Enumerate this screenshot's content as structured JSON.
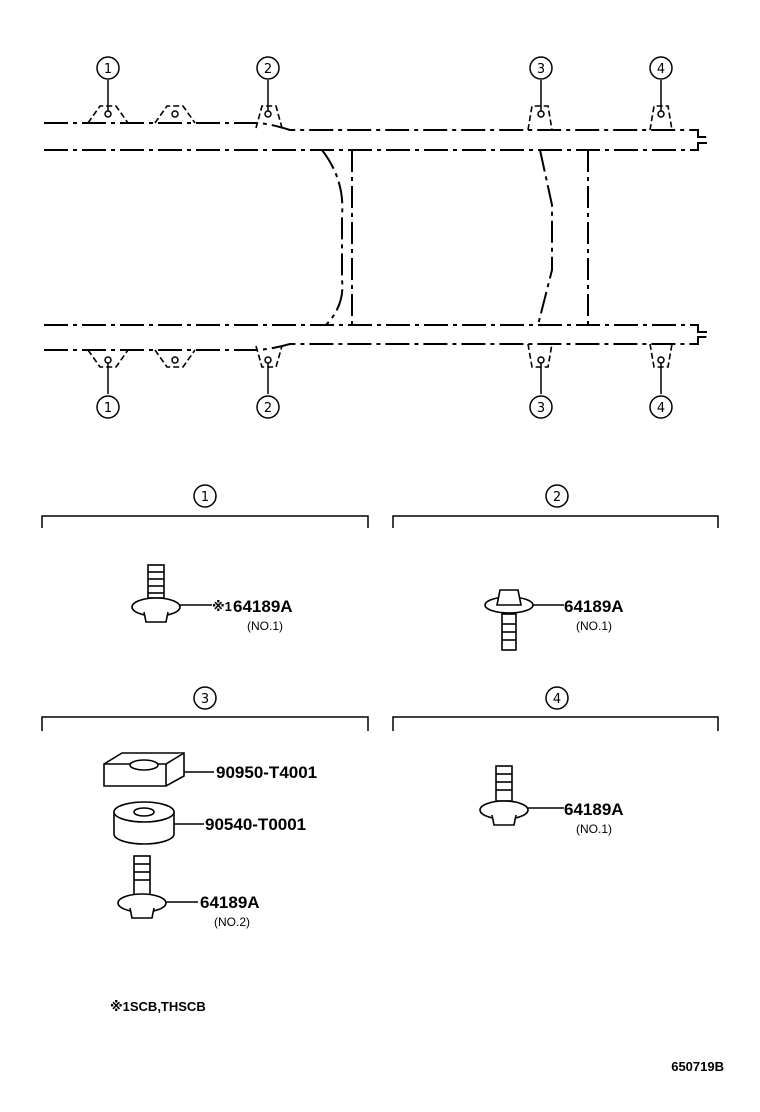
{
  "frame_callouts": {
    "top": [
      "1",
      "2",
      "3",
      "4"
    ],
    "bottom": [
      "1",
      "2",
      "3",
      "4"
    ]
  },
  "groups": [
    {
      "number": "1",
      "parts": [
        {
          "prefix": "※1",
          "part_no": "64189A",
          "sub": "(NO.1)"
        }
      ]
    },
    {
      "number": "2",
      "parts": [
        {
          "prefix": "",
          "part_no": "64189A",
          "sub": "(NO.1)"
        }
      ]
    },
    {
      "number": "3",
      "parts": [
        {
          "prefix": "",
          "part_no": "90950-T4001",
          "sub": ""
        },
        {
          "prefix": "",
          "part_no": "90540-T0001",
          "sub": ""
        },
        {
          "prefix": "",
          "part_no": "64189A",
          "sub": "(NO.2)"
        }
      ]
    },
    {
      "number": "4",
      "parts": [
        {
          "prefix": "",
          "part_no": "64189A",
          "sub": "(NO.1)"
        }
      ]
    }
  ],
  "footnote": "※1SCB,THSCB",
  "diagram_code": "650719B"
}
